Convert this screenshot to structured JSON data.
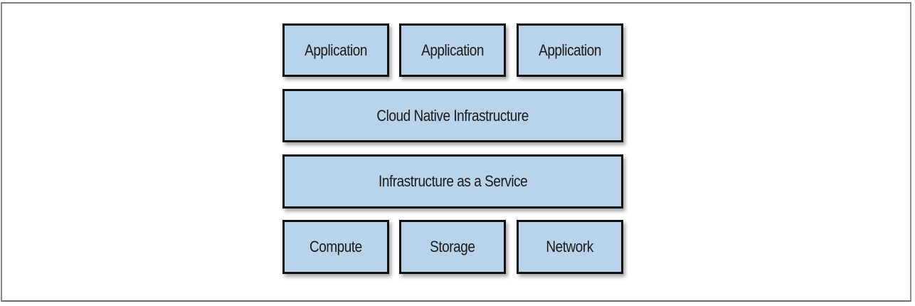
{
  "diagram": {
    "fill_color": "#b9d4ea",
    "border_color": "#111111",
    "layers": [
      {
        "name": "applications",
        "items": [
          "Application",
          "Application",
          "Application"
        ]
      },
      {
        "name": "cloud-native-infrastructure",
        "items": [
          "Cloud Native Infrastructure"
        ]
      },
      {
        "name": "infrastructure-as-a-service",
        "items": [
          "Infrastructure as a Service"
        ]
      },
      {
        "name": "resources",
        "items": [
          "Compute",
          "Storage",
          "Network"
        ]
      }
    ]
  }
}
